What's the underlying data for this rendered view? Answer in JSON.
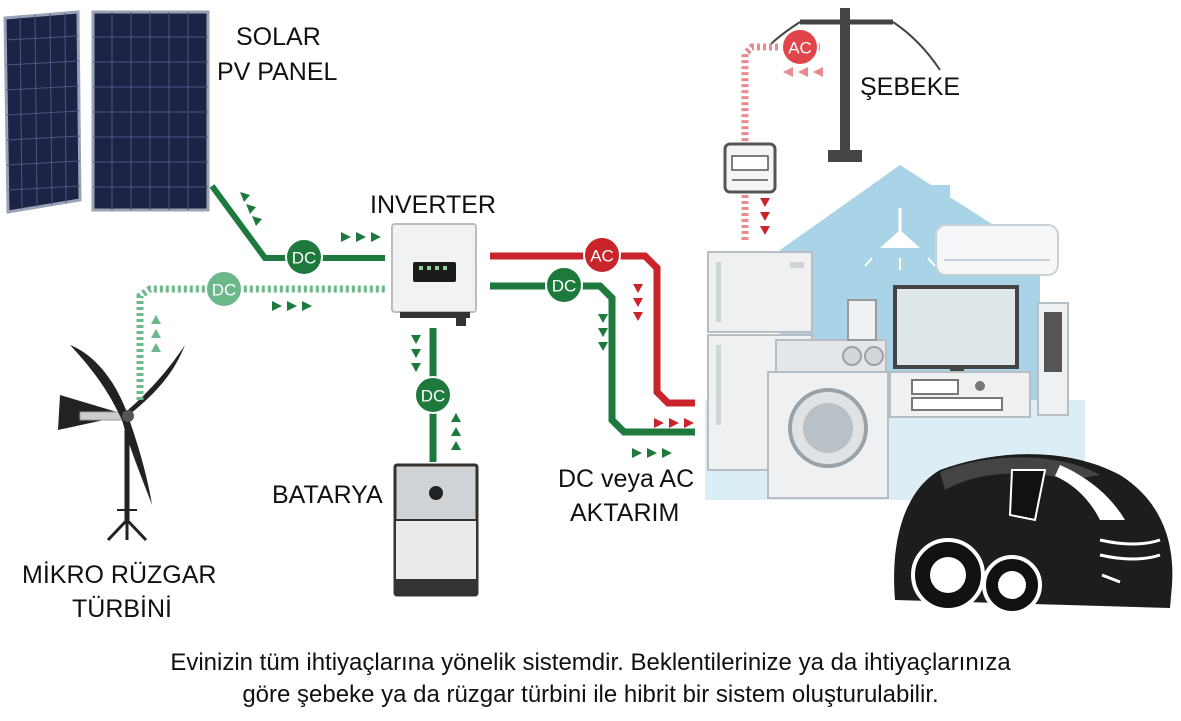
{
  "labels": {
    "solar_line1": "SOLAR",
    "solar_line2": "PV PANEL",
    "inverter": "INVERTER",
    "sebeke": "ŞEBEKE",
    "batarya": "BATARYA",
    "turbine_line1": "MİKRO RÜZGAR",
    "turbine_line2": "TÜRBİNİ",
    "transfer_line1": "DC veya AC",
    "transfer_line2": "AKTARIM"
  },
  "badges": {
    "dc": "DC",
    "ac": "AC"
  },
  "caption": {
    "line1": "Evinizin tüm ihtiyaçlarına yönelik sistemdir. Beklentilerinize ya da ihtiyaçlarınıza",
    "line2": "göre şebeke ya da rüzgar türbini ile hibrit bir sistem oluşturulabilir."
  },
  "colors": {
    "green": "#1e7a3c",
    "light_green": "#6cb88a",
    "red": "#c9242b",
    "light_red": "#e88a8e",
    "house_blue": "#a9d4e8"
  }
}
